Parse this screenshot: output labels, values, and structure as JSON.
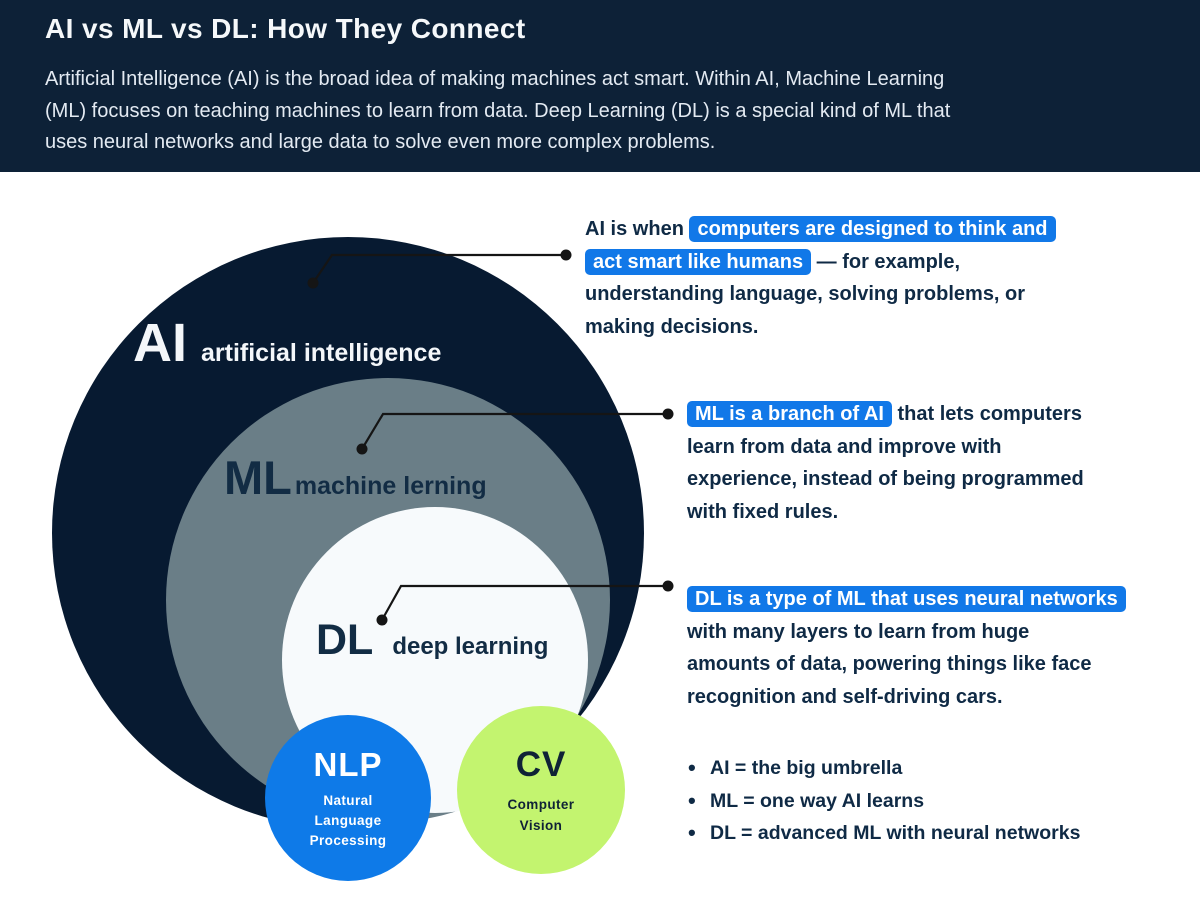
{
  "colors": {
    "header_bg": "#0d2137",
    "ai_circle": "#071a31",
    "ml_circle": "#6a7e87",
    "dl_circle": "#f7fafc",
    "nlp_circle": "#0e7ae8",
    "cv_circle": "#c3f46f",
    "highlight_bg": "#1178e8",
    "highlight_text": "#ffffff",
    "dark_text": "#0f2a45",
    "light_text": "#e3eaf2",
    "connector": "#151515",
    "page_bg": "#ffffff"
  },
  "header": {
    "title": "AI vs ML vs DL: How They Connect",
    "description_lines": [
      "Artificial Intelligence (AI) is the broad idea of making machines act smart. Within AI, Machine Learning",
      "(ML) focuses on teaching machines to learn from data. Deep Learning (DL) is a special kind of ML that",
      "uses neural networks and large data to solve even more complex problems."
    ]
  },
  "venn": {
    "ai": {
      "abbr": "AI",
      "label": "artificial intelligence"
    },
    "ml": {
      "abbr": "ML",
      "label": "machine lerning"
    },
    "dl": {
      "abbr": "DL",
      "label": "deep learning"
    },
    "nlp": {
      "abbr": "NLP",
      "label_lines": [
        "Natural",
        "Language",
        "Processing"
      ]
    },
    "cv": {
      "abbr": "CV",
      "label_lines": [
        "Computer",
        "Vision"
      ]
    }
  },
  "annotations": [
    {
      "id": "ai",
      "lines": [
        [
          {
            "t": "AI is when ",
            "h": false
          },
          {
            "t": "computers are designed to think and",
            "h": true
          }
        ],
        [
          {
            "t": "act smart like humans",
            "h": true
          },
          {
            "t": " — for example,",
            "h": false
          }
        ],
        [
          {
            "t": "understanding language, solving problems, or",
            "h": false
          }
        ],
        [
          {
            "t": "making decisions.",
            "h": false
          }
        ]
      ]
    },
    {
      "id": "ml",
      "lines": [
        [
          {
            "t": "ML is a branch of AI",
            "h": true
          },
          {
            "t": " that lets computers",
            "h": false
          }
        ],
        [
          {
            "t": "learn from data and improve with",
            "h": false
          }
        ],
        [
          {
            "t": "experience, instead of being programmed",
            "h": false
          }
        ],
        [
          {
            "t": "with fixed rules.",
            "h": false
          }
        ]
      ]
    },
    {
      "id": "dl",
      "lines": [
        [
          {
            "t": "DL is a type of ML that uses neural networks",
            "h": true
          }
        ],
        [
          {
            "t": "with many layers to learn from huge",
            "h": false
          }
        ],
        [
          {
            "t": "amounts of data, powering things like face",
            "h": false
          }
        ],
        [
          {
            "t": "recognition and self-driving cars.",
            "h": false
          }
        ]
      ]
    }
  ],
  "summary": {
    "bullet": "•",
    "items": [
      "AI = the big umbrella",
      "ML = one way AI learns",
      "DL = advanced ML with neural networks"
    ]
  }
}
